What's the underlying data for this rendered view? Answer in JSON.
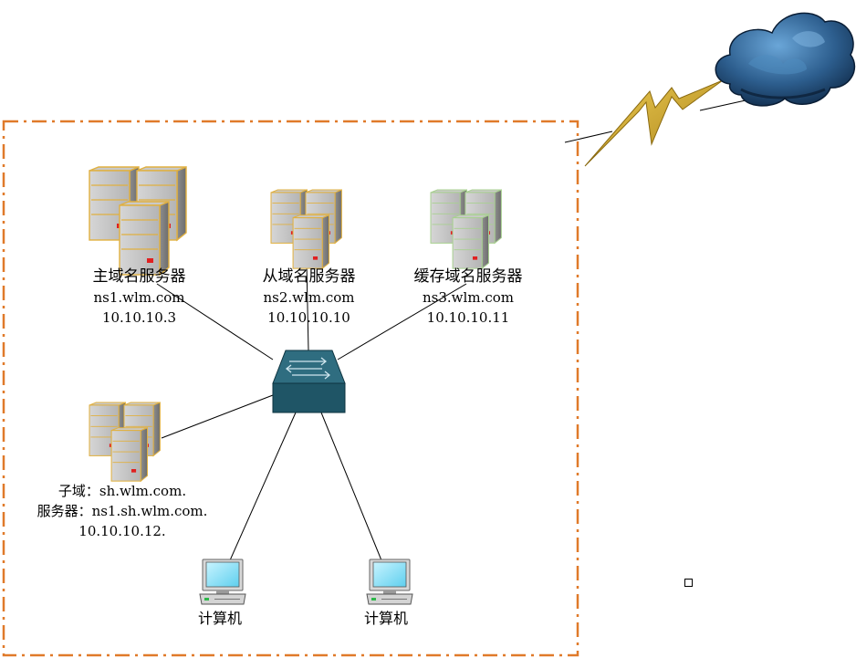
{
  "servers": {
    "primary": {
      "name": "主域名服务器",
      "domain": "ns1.wlm.com",
      "ip": "10.10.10.3"
    },
    "secondary": {
      "name": "从域名服务器",
      "domain": "ns2.wlm.com",
      "ip": "10.10.10.10"
    },
    "cache": {
      "name": "缓存域名服务器",
      "domain": "ns3.wlm.com",
      "ip": "10.10.10.11"
    },
    "subdomain": {
      "line1": "子域：sh.wlm.com.",
      "line2": "服务器：ns1.sh.wlm.com.",
      "line3": "10.10.10.12."
    }
  },
  "computers": [
    {
      "label": "计算机"
    },
    {
      "label": "计算机"
    }
  ],
  "colors": {
    "boundary": "#e07a2a",
    "switch_top": "#2f6d80",
    "switch_front": "#1f5566",
    "cloud_dark": "#0f2f55",
    "cloud_light": "#5b97c8",
    "lightning": "#c8a020",
    "server_gold_border": "#e0b040",
    "server_green_border": "#a8d090",
    "pc_screen": "#8fe0f5"
  },
  "icons": [
    "server-group-icon",
    "network-switch-icon",
    "computer-icon",
    "cloud-icon",
    "lightning-icon"
  ]
}
